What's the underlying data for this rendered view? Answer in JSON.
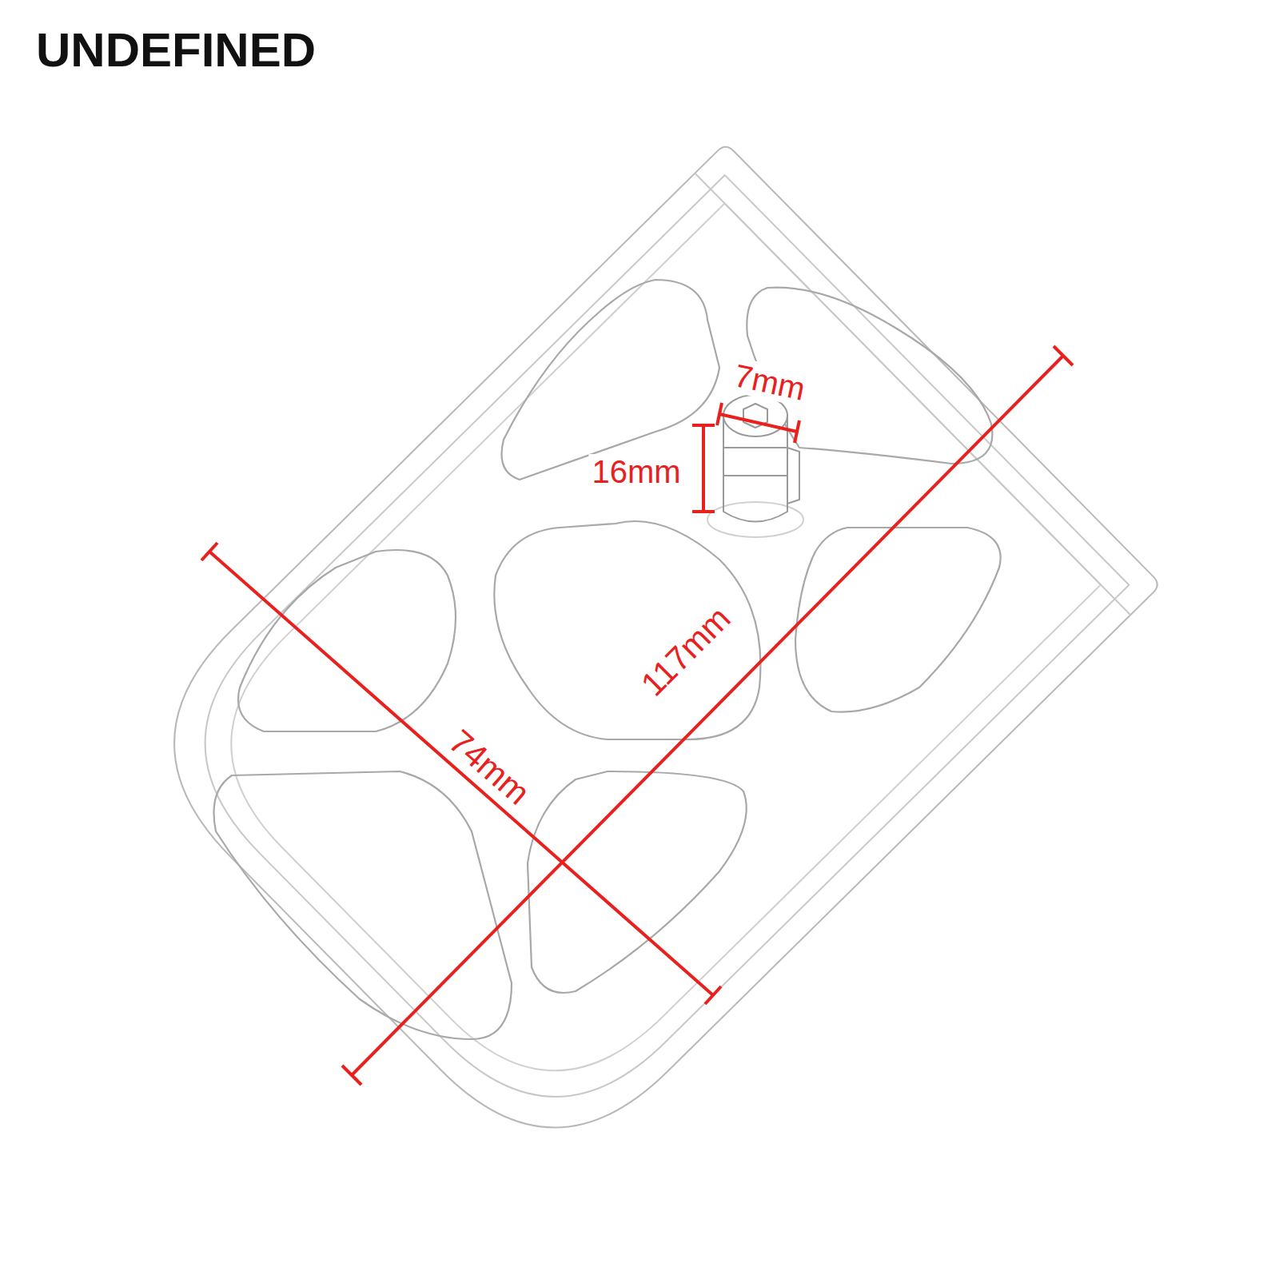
{
  "diagram": {
    "labels": [
      "UNDEFINED",
      "7mm",
      "16mm",
      "117mm",
      "74mm"
    ]
  }
}
